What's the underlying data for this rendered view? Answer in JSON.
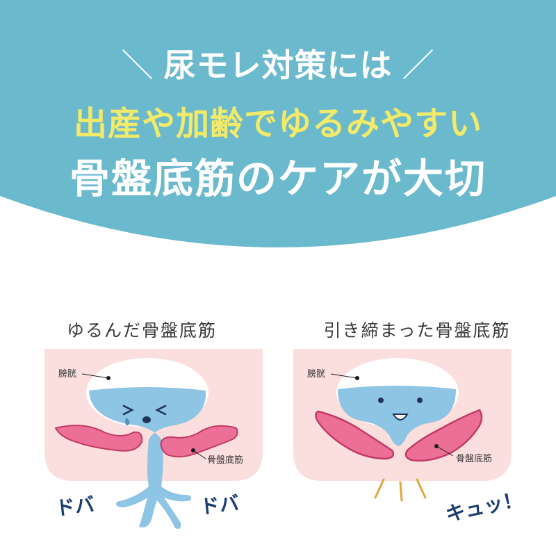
{
  "header": {
    "line1_text": "尿モレ対策には",
    "line1_left_deco": "＼",
    "line1_right_deco": "／",
    "line2_text": "出産や加齢でゆるみやすい",
    "line3_text": "骨盤底筋のケアが大切",
    "colors": {
      "background": "#6ab9cc",
      "line1": "#ffffff",
      "line2": "#f2ea6a",
      "line3": "#ffffff"
    }
  },
  "panels": {
    "left": {
      "title": "ゆるんだ骨盤底筋",
      "bladder_label": "膀胱",
      "muscle_label": "骨盤底筋",
      "sfx_left": "ドバ",
      "sfx_right": "ドバ"
    },
    "right": {
      "title": "引き締まった骨盤底筋",
      "bladder_label": "膀胱",
      "muscle_label": "骨盤底筋",
      "sfx": "キュッ！"
    }
  },
  "colors": {
    "panel_bg": "#fbdede",
    "muscle": "#ec6f97",
    "muscle_outline": "#c23a66",
    "urine": "#8ec4e4",
    "bladder_white": "#ffffff",
    "sfx_text": "#1c3d6e",
    "squeeze_lines": "#e3a53a"
  }
}
